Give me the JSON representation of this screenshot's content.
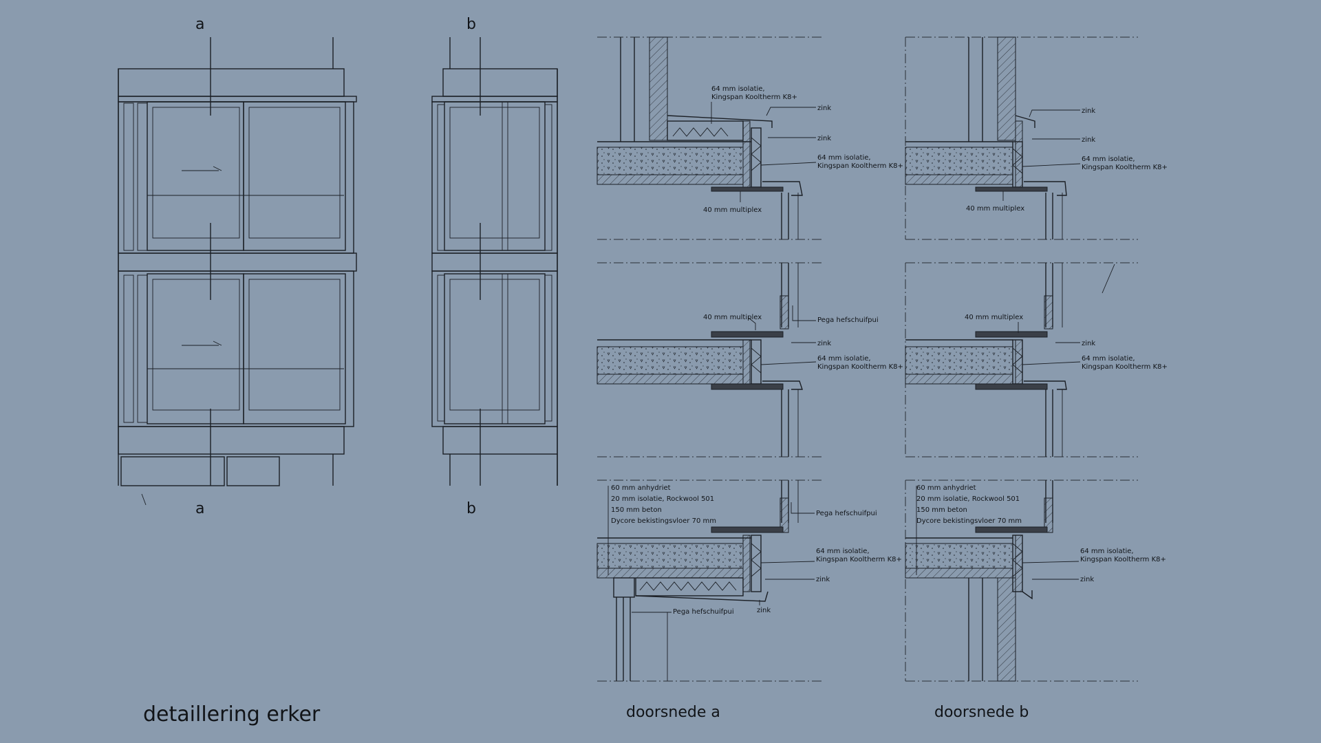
{
  "title": "detaillering erker",
  "section_marks": {
    "a": "a",
    "b": "b"
  },
  "captions": {
    "section_a": "doorsnede a",
    "section_b": "doorsnede b"
  },
  "labels": {
    "insulation_64": "64 mm isolatie,",
    "kingspan": "Kingspan Kooltherm K8+",
    "zink": "zink",
    "multiplex": "40 mm multiplex",
    "pega": "Pega hefschuifpui",
    "floor": [
      "60 mm anhydriet",
      "20 mm isolatie, Rockwool 501",
      "150 mm beton",
      "Dycore bekistingsvloer 70 mm"
    ]
  }
}
